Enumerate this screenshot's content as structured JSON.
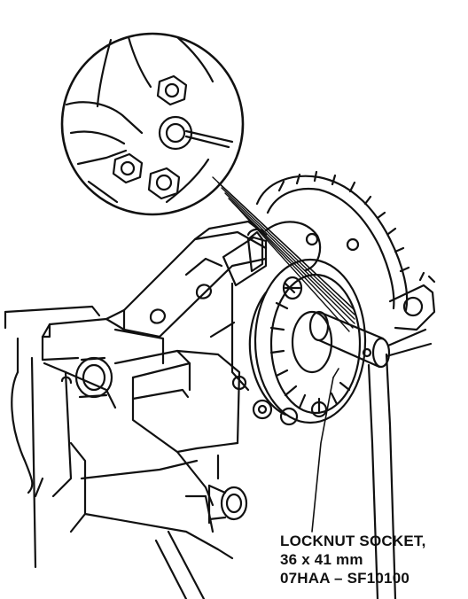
{
  "callout": {
    "line1": "LOCKNUT SOCKET,",
    "line2": "36 x 41 mm",
    "line3": "07HAA – SF10100"
  }
}
